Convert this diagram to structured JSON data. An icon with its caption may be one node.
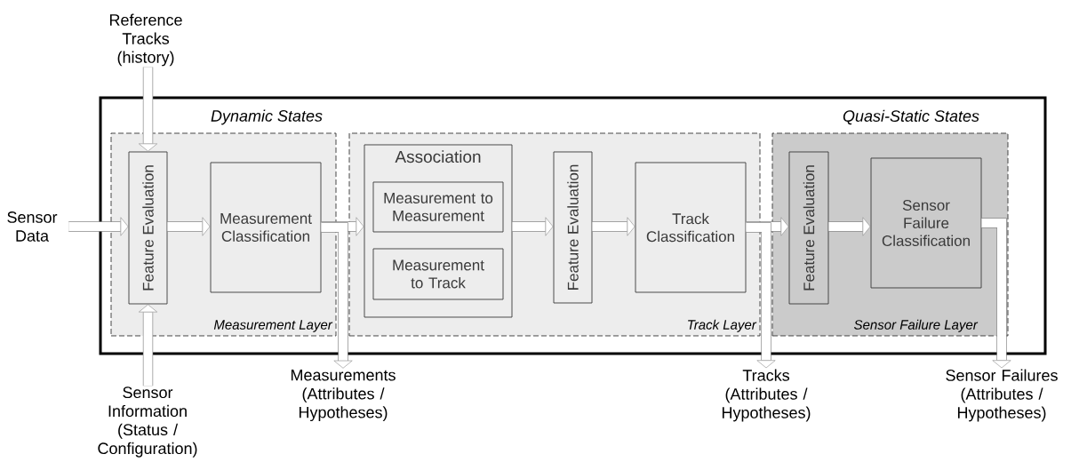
{
  "diagram": {
    "nodes": [
      {
        "text": [
          "Dynamic States",
          "Quasi-Static States"
        ]
      },
      {
        "text": [
          "Measurement Layer"
        ],
        "in": 0
      },
      {
        "text": [
          "Feature Evaluation"
        ],
        "in": 1
      },
      {
        "text": [
          "Measurement Classification"
        ],
        "in": 1
      },
      {
        "text": [
          "Track Layer"
        ],
        "in": 0
      },
      {
        "text": [
          "Association"
        ],
        "in": 4
      },
      {
        "text": [
          "Measurement to Measurement"
        ],
        "in": 5
      },
      {
        "text": [
          "Measurement to Track"
        ],
        "in": 5
      },
      {
        "text": [
          "Feature Evaluation"
        ],
        "in": 4
      },
      {
        "text": [
          "Track Classification"
        ],
        "in": 4
      },
      {
        "text": [
          "Sensor Failure Layer"
        ],
        "in": 0
      },
      {
        "text": [
          "Feature Evaluation"
        ],
        "in": 10
      },
      {
        "text": [
          "Sensor Failure Classification"
        ],
        "in": 10
      },
      {
        "text": [
          "Sensor Data"
        ]
      },
      {
        "text": [
          "Reference Tracks (history)"
        ]
      },
      {
        "text": [
          "Sensor Information (Status / Configuration)"
        ]
      },
      {
        "text": [
          "Measurements (Attributes / Hypotheses)"
        ]
      },
      {
        "text": [
          "Tracks (Attributes / Hypotheses)"
        ]
      },
      {
        "text": [
          "Sensor Failures (Attributes / Hypotheses)"
        ]
      }
    ],
    "edges": [
      {
        "from": 13,
        "to": 2,
        "arrow": "to"
      },
      {
        "from": 14,
        "to": 2,
        "arrow": "to"
      },
      {
        "from": 15,
        "to": 2,
        "arrow": "to"
      },
      {
        "from": 2,
        "to": 3,
        "arrow": "to"
      },
      {
        "from": 3,
        "to": 5,
        "arrow": "to"
      },
      {
        "from": 3,
        "to": 16,
        "arrow": "to"
      },
      {
        "from": 5,
        "to": 8,
        "arrow": "to"
      },
      {
        "from": 8,
        "to": 9,
        "arrow": "to"
      },
      {
        "from": 9,
        "to": 11,
        "arrow": "to"
      },
      {
        "from": 9,
        "to": 17,
        "arrow": "to"
      },
      {
        "from": 11,
        "to": 12,
        "arrow": "to"
      },
      {
        "from": 12,
        "to": 18,
        "arrow": "to"
      }
    ]
  }
}
